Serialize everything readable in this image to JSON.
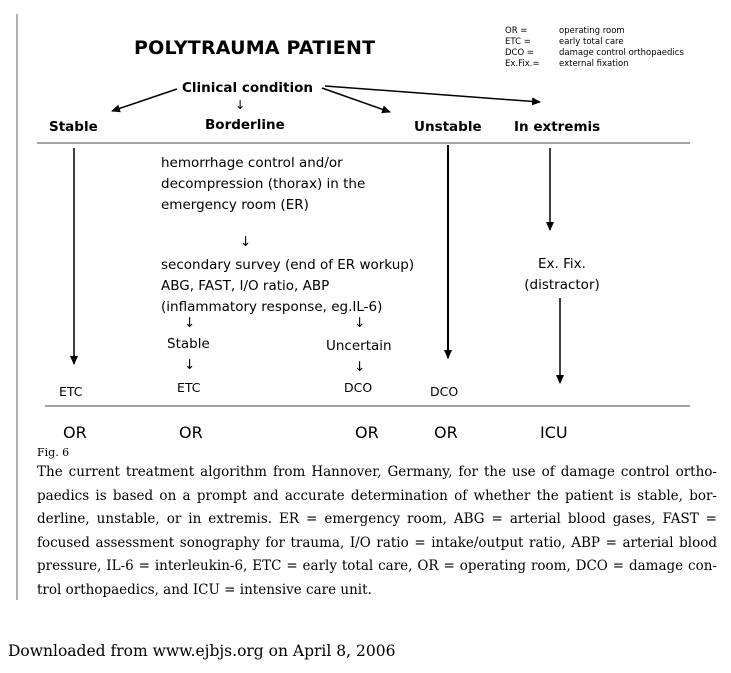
{
  "title": "POLYTRAUMA PATIENT",
  "legend": [
    {
      "abbr": "OR =",
      "meaning": "operating room"
    },
    {
      "abbr": "ETC =",
      "meaning": "early total care"
    },
    {
      "abbr": "DCO =",
      "meaning": "damage control orthopaedics"
    },
    {
      "abbr": "Ex.Fix.=",
      "meaning": "external fixation"
    }
  ],
  "root": "Clinical condition",
  "categories": {
    "stable": "Stable",
    "borderline": "Borderline",
    "unstable": "Unstable",
    "extremis": "In extremis"
  },
  "borderline": {
    "step1": [
      "hemorrhage control and/or",
      "decompression (thorax) in the",
      "emergency room (ER)"
    ],
    "arrow": "↓",
    "step2": [
      "secondary survey (end of ER workup)",
      "ABG, FAST, I/O ratio, ABP",
      "(inflammatory response, eg.IL-6)"
    ],
    "branch_stable": "Stable",
    "branch_uncertain": "Uncertain"
  },
  "extremis_step": [
    "Ex. Fix.",
    "(distractor)"
  ],
  "outcomes": {
    "stable": "ETC",
    "borderline_stable": "ETC",
    "borderline_uncertain": "DCO",
    "unstable": "DCO"
  },
  "destinations": {
    "stable": "OR",
    "borderline_stable": "OR",
    "borderline_uncertain": "OR",
    "unstable": "OR",
    "extremis": "ICU"
  },
  "figure_label": "Fig. 6",
  "caption": "The current treatment algorithm from Hannover, Germany, for the use of damage control ortho-paedics is based on a prompt and accurate determination of whether the patient is stable, bor-derline, unstable, or in extremis. ER = emergency room, ABG = arterial blood gases, FAST = focused assessment sonography for trauma, I/O ratio = intake/output ratio, ABP = arterial blood pressure, IL-6 = interleukin-6, ETC = early total care, OR = operating room, DCO = damage con-trol orthopaedics, and ICU = intensive care unit.",
  "footer": "Downloaded from www.ejbjs.org on April 8, 2006"
}
